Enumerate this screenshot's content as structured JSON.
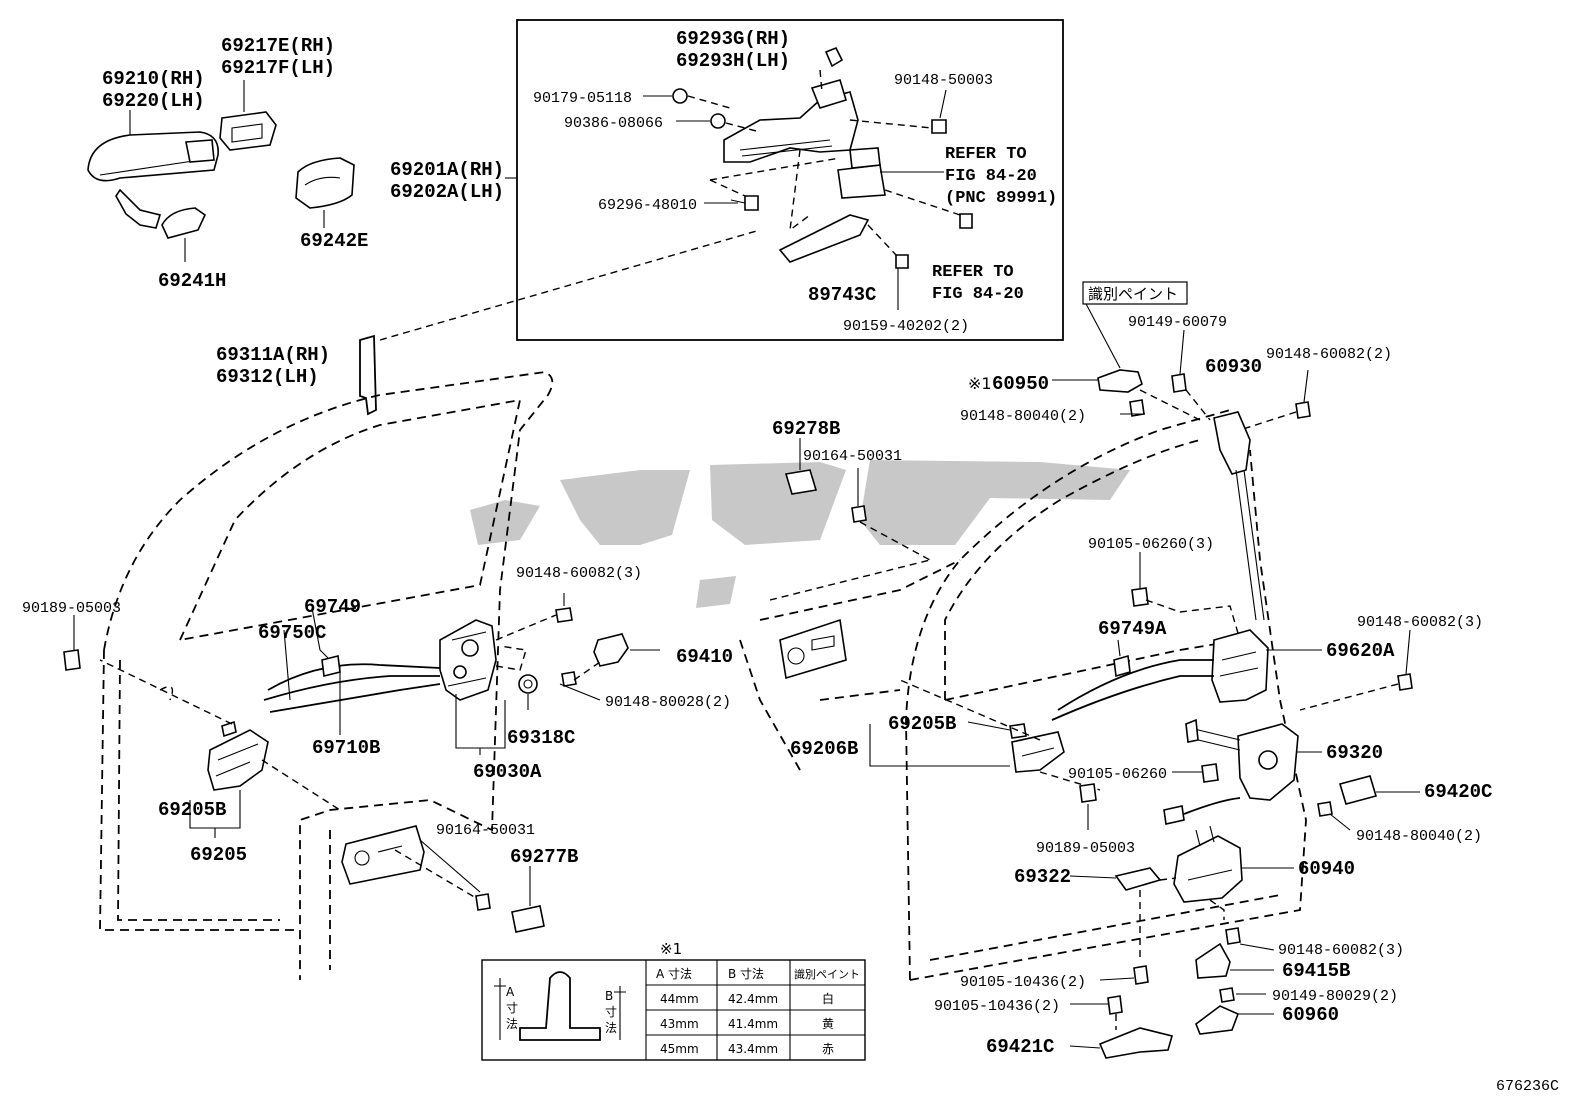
{
  "labels": {
    "l69210": "69210(RH)",
    "l69220": "69220(LH)",
    "l69217E": "69217E(RH)",
    "l69217F": "69217F(LH)",
    "l69241H": "69241H",
    "l69242E": "69242E",
    "l69201A": "69201A(RH)",
    "l69202A": "69202A(LH)",
    "l69293G": "69293G(RH)",
    "l69293H": "69293H(LH)",
    "l90179": "90179-05118",
    "l90386": "90386-08066",
    "l90148_50003": "90148-50003",
    "l69296": "69296-48010",
    "l89743C": "89743C",
    "l90159": "90159-40202(2)",
    "refer1_a": "REFER TO",
    "refer1_b": "FIG 84-20",
    "refer1_c": "(PNC 89991)",
    "refer2_a": "REFER TO",
    "refer2_b": "FIG 84-20",
    "l69311A": "69311A(RH)",
    "l69312": "69312(LH)",
    "paint_tag": "識別ペイント",
    "l90149_60079": "90149-60079",
    "l60930": "60930",
    "l90148_60082_2": "90148-60082(2)",
    "mark1": "※1",
    "l60950": "60950",
    "l90148_80040_2a": "90148-80040(2)",
    "l69278B": "69278B",
    "l90164_a": "90164-50031",
    "l90105_06260_3": "90105-06260(3)",
    "l90148_60082_3a": "90148-60082(3)",
    "l90189_a": "90189-05003",
    "l69749": "69749",
    "l69750C": "69750C",
    "l69410": "69410",
    "l90148_80028": "90148-80028(2)",
    "l69318C": "69318C",
    "l69710B": "69710B",
    "l69030A": "69030A",
    "l69205B_a": "69205B",
    "l69205": "69205",
    "l90164_b": "90164-50031",
    "l69277B": "69277B",
    "l69749A": "69749A",
    "l90148_60082_3b": "90148-60082(3)",
    "l69620A": "69620A",
    "l69205B_b": "69205B",
    "l69206B": "69206B",
    "l69320": "69320",
    "l90105_06260": "90105-06260",
    "l69420C": "69420C",
    "l90148_80040_2b": "90148-80040(2)",
    "l90189_b": "90189-05003",
    "l60940": "60940",
    "l69322": "69322",
    "l90148_60082_3c": "90148-60082(3)",
    "l90105_10436_a": "90105-10436(2)",
    "l69415B": "69415B",
    "l90105_10436_b": "90105-10436(2)",
    "l90149_80029": "90149-80029(2)",
    "l60960": "60960",
    "l69421C": "69421C",
    "fig_code": "676236C"
  },
  "inset_table": {
    "mark": "※1",
    "left_a": "A",
    "left_b": "寸",
    "left_c": "法",
    "right_a": "B",
    "right_b": "寸",
    "right_c": "法",
    "headers": [
      "A 寸法",
      "B 寸法",
      "識別ペイント"
    ],
    "rows": [
      [
        "44mm",
        "42.4mm",
        "白"
      ],
      [
        "43mm",
        "41.4mm",
        "黄"
      ],
      [
        "45mm",
        "43.4mm",
        "赤"
      ]
    ]
  }
}
